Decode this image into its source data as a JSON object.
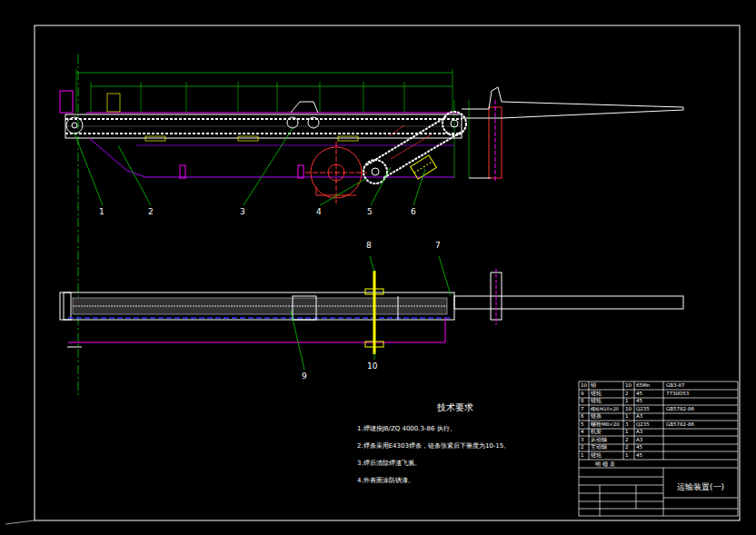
{
  "diagram": {
    "labels": [
      "1",
      "2",
      "3",
      "4",
      "5",
      "6",
      "8",
      "7",
      "9",
      "10",
      "技术要求",
      "1.焊缝按JB/ZQ 4000.3-86 执行。",
      "2.焊条采用E4303焊条，链条张紧后下垂度为10-15。",
      "3.焊后清除焊渣飞溅。",
      "4.外表面涂防锈漆。",
      "10",
      "销",
      "10",
      "65Mn",
      "GB3-87",
      "9",
      "链轮",
      "2",
      "45",
      "7730D53",
      "8",
      "链轮",
      "1",
      "45",
      "7",
      "螺栓M10×20",
      "10",
      "Q235",
      "GB5782-86",
      "6",
      "链条",
      "1",
      "A3",
      "5",
      "螺栓M8×20",
      "3",
      "Q235",
      "GB5782-86",
      "4",
      "机架",
      "1",
      "A3",
      "3",
      "从动轴",
      "2",
      "A3",
      "2",
      "主动轴",
      "2",
      "45",
      "1",
      "链轮",
      "1",
      "45",
      "明 细 表",
      "运输装置(一)"
    ]
  }
}
